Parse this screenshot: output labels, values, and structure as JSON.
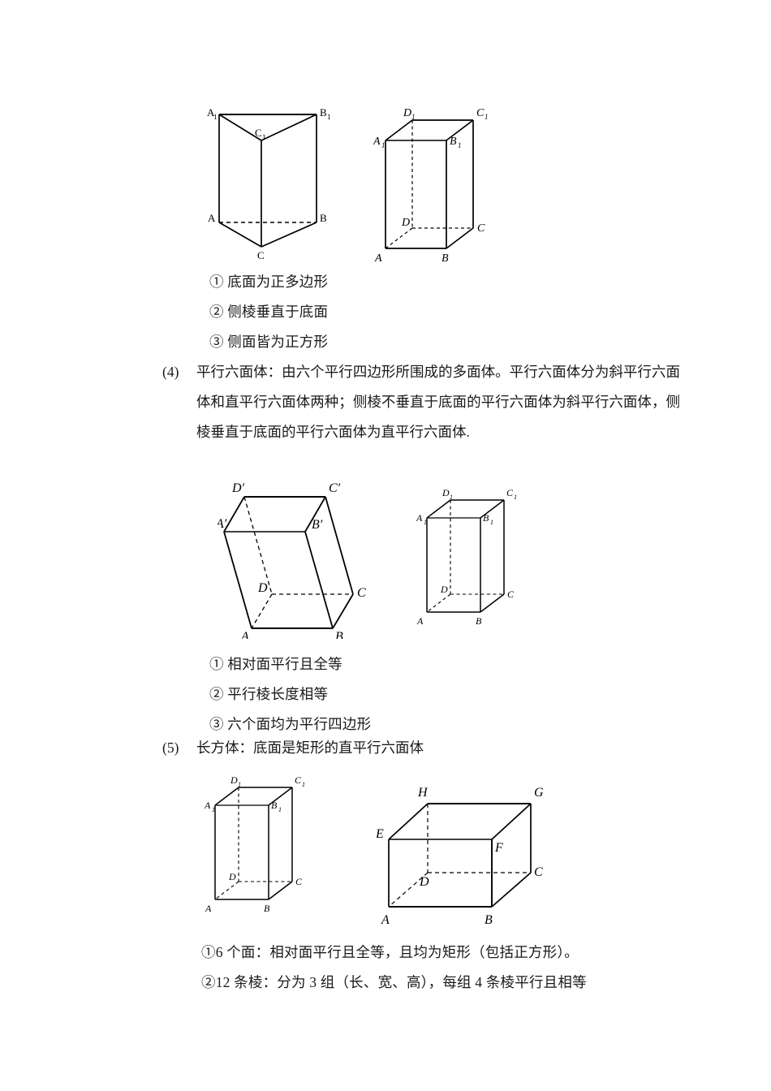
{
  "document": {
    "language": "zh-CN",
    "page_background": "#ffffff",
    "text_color": "#1a1a1a"
  },
  "section_prism": {
    "figures": [
      {
        "name": "regular-triangular-prism",
        "vertex_labels": [
          "A",
          "B",
          "C",
          "A1",
          "B1",
          "C1"
        ]
      },
      {
        "name": "right-quadrilateral-prism",
        "vertex_labels": [
          "A",
          "B",
          "C",
          "D",
          "A1",
          "B1",
          "C1",
          "D1"
        ]
      }
    ],
    "properties": [
      "① 底面为正多边形",
      "② 侧棱垂直于底面",
      "③ 侧面皆为正方形"
    ]
  },
  "section_parallelepiped": {
    "number": "(4)",
    "body": "平行六面体：由六个平行四边形所围成的多面体。平行六面体分为斜平行六面体和直平行六面体两种；侧棱不垂直于底面的平行六面体为斜平行六面体，侧棱垂直于底面的平行六面体为直平行六面体.",
    "figures": [
      {
        "name": "oblique-parallelepiped",
        "vertex_labels": [
          "A",
          "B",
          "C",
          "D",
          "A'",
          "B'",
          "C'",
          "D'"
        ]
      },
      {
        "name": "right-parallelepiped",
        "vertex_labels": [
          "A",
          "B",
          "C",
          "D",
          "A1",
          "B1",
          "C1",
          "D1"
        ]
      }
    ],
    "properties": [
      "① 相对面平行且全等",
      "② 平行棱长度相等",
      "③ 六个面均为平行四边形"
    ]
  },
  "section_cuboid": {
    "number": "(5)",
    "body": "长方体：底面是矩形的直平行六面体",
    "figures": [
      {
        "name": "cuboid-abcd-a1b1c1d1",
        "vertex_labels": [
          "A",
          "B",
          "C",
          "D",
          "A1",
          "B1",
          "C1",
          "D1"
        ]
      },
      {
        "name": "cuboid-abcd-efgh",
        "vertex_labels": [
          "A",
          "B",
          "C",
          "D",
          "E",
          "F",
          "G",
          "H"
        ]
      }
    ],
    "properties": [
      "①6 个面：相对面平行且全等，且均为矩形（包括正方形）。",
      "②12 条棱：分为 3 组（长、宽、高），每组 4 条棱平行且相等"
    ]
  },
  "labels": {
    "A": "A",
    "B": "B",
    "C": "C",
    "D": "D",
    "E": "E",
    "F": "F",
    "G": "G",
    "H": "H",
    "one": "1",
    "prime": "′"
  }
}
